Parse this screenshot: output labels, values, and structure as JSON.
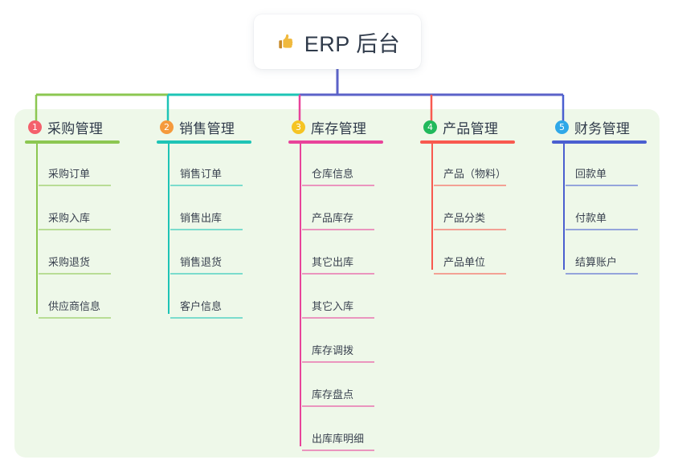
{
  "diagram": {
    "type": "mind-map",
    "root": {
      "icon": "thumbs-up-icon",
      "title": "ERP 后台"
    },
    "canvas": {
      "background": "#ffffff",
      "panel_background": "#eef8e9"
    },
    "trunk_color": "#5b62c8",
    "branches": [
      {
        "number": "1",
        "title": "采购管理",
        "color": "#8cc751",
        "badge_color": "#f4606c",
        "items": [
          "采购订单",
          "采购入库",
          "采购退货",
          "供应商信息"
        ]
      },
      {
        "number": "2",
        "title": "销售管理",
        "color": "#1ec4b6",
        "badge_color": "#f59a3c",
        "items": [
          "销售订单",
          "销售出库",
          "销售退货",
          "客户信息"
        ]
      },
      {
        "number": "3",
        "title": "库存管理",
        "color": "#e8439a",
        "badge_color": "#f5c423",
        "items": [
          "仓库信息",
          "产品库存",
          "其它出库",
          "其它入库",
          "库存调拨",
          "库存盘点",
          "出库库明细"
        ]
      },
      {
        "number": "4",
        "title": "产品管理",
        "color": "#f8594f",
        "badge_color": "#21b95c",
        "items": [
          "产品（物料）",
          "产品分类",
          "产品单位"
        ]
      },
      {
        "number": "5",
        "title": "财务管理",
        "color": "#4a5fd0",
        "badge_color": "#2fa8e8",
        "items": [
          "回款单",
          "付款单",
          "结算账户"
        ]
      }
    ]
  }
}
